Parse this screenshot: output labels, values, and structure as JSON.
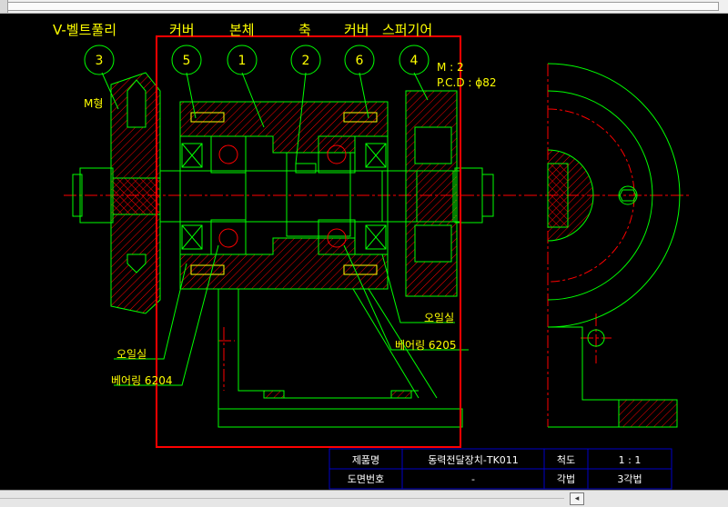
{
  "top_labels": [
    "V-벨트풀리",
    "커버",
    "본체",
    "축",
    "커버",
    "스퍼기어"
  ],
  "balloons": [
    "3",
    "5",
    "1",
    "2",
    "6",
    "4"
  ],
  "spec": {
    "module": "M : 2",
    "pcd": "P.C.D : ϕ82"
  },
  "notes": {
    "m_type": "M형",
    "oil_seal_right": "오일실",
    "bearing_right": "베어링 6205",
    "oil_seal_left": "오일실",
    "bearing_left": "베어링 6204"
  },
  "title_block": {
    "product_label": "제품명",
    "product_name": "동력전달장치-TK011",
    "scale_label": "척도",
    "scale_value": "1 : 1",
    "drawing_no_label": "도면번호",
    "drawing_no_value": "-",
    "projection_label": "각법",
    "projection_value": "3각법"
  },
  "colors": {
    "outline": "#00ff00",
    "hatch": "#ff0000",
    "label": "#ffff00",
    "frame": "#ff0000",
    "title_border": "#0000c8",
    "center": "#ff0000"
  }
}
